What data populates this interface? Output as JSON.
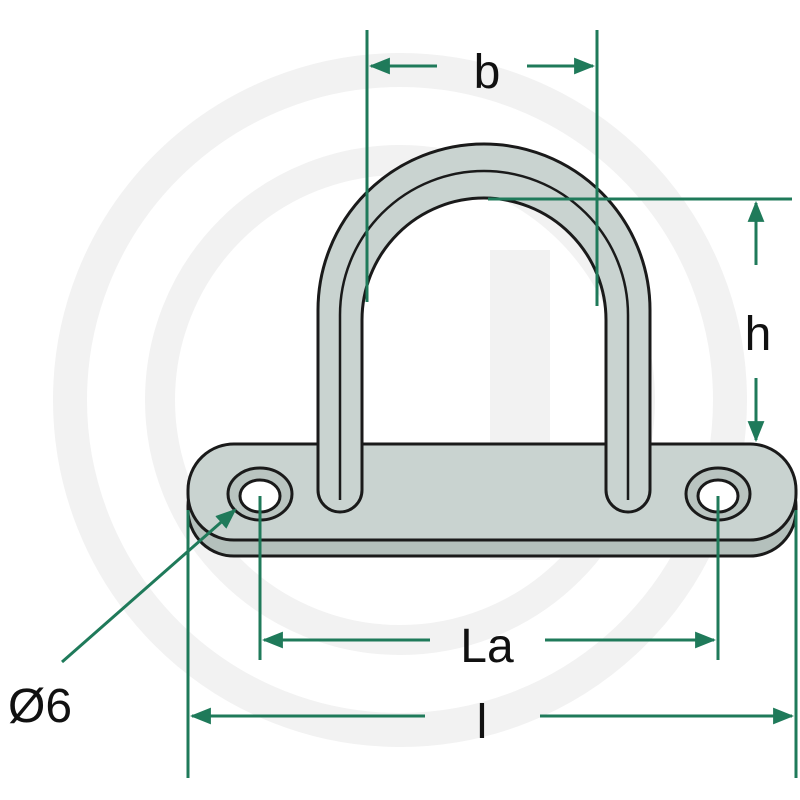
{
  "labels": {
    "width_inner": "b",
    "height_inner": "h",
    "hole_spacing": "La",
    "hole_diameter": "Ø6",
    "overall_length": "l"
  },
  "colors": {
    "dimension_line": "#1f7a5a",
    "part_fill": "#c9d3d0",
    "part_outline": "#1a1a1a",
    "watermark": "#f3f3f3"
  }
}
